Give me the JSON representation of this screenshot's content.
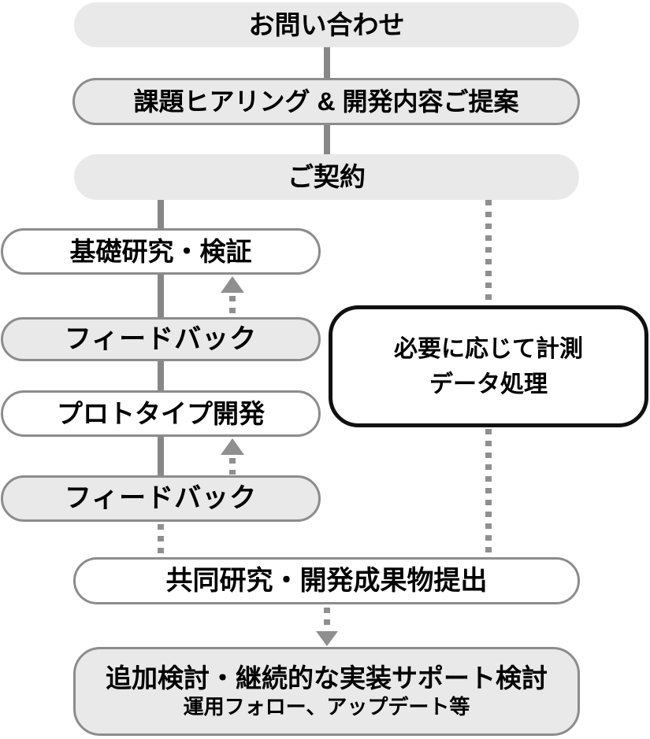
{
  "nodes": {
    "inquiry": {
      "label": "お問い合わせ"
    },
    "hearing": {
      "label": "課題ヒアリング & 開発内容ご提案"
    },
    "contract": {
      "label": "ご契約"
    },
    "research": {
      "label": "基礎研究・検証"
    },
    "feedback1": {
      "label": "フィードバック"
    },
    "prototype": {
      "label": "プロトタイプ開発"
    },
    "feedback2": {
      "label": "フィードバック"
    },
    "measurement": {
      "line1": "必要に応じて計測",
      "line2": "データ処理"
    },
    "deliverables": {
      "label": "共同研究・開発成果物提出"
    },
    "support": {
      "title": "追加検討・継続的な実装サポート検討",
      "subtitle": "運用フォロー、アップデート等"
    }
  },
  "colors": {
    "box_fill_gray": "#e9e9e9",
    "box_fill_white": "#ffffff",
    "border_gray": "#8c8c8c",
    "border_black": "#111111",
    "connector_solid": "#878787",
    "connector_dashed": "#8f8f8f",
    "text": "#000000"
  }
}
